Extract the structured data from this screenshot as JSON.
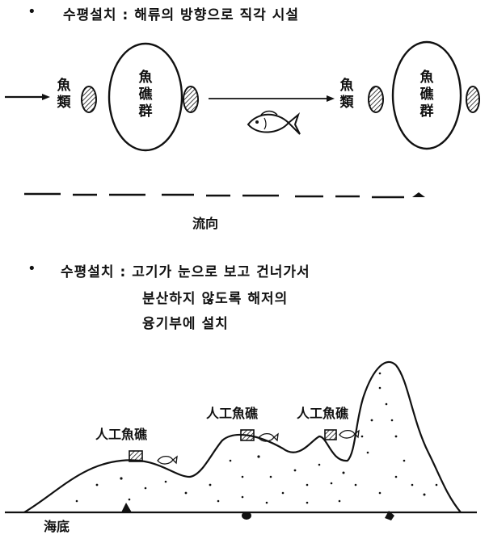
{
  "section1": {
    "bullet": "•",
    "title": "수평설치",
    "colon": ":",
    "desc": "해류의 방향으로 직각 시설"
  },
  "left_group": {
    "fish_label": "魚\n類",
    "reef_label": "魚\n礁\n群"
  },
  "right_group": {
    "fish_label": "魚\n類",
    "reef_label": "魚\n礁\n群"
  },
  "flow_label": "流向",
  "section2": {
    "bullet": "•",
    "title": "수평설치",
    "colon": ":",
    "line1": "고기가 눈으로 보고 건너가서",
    "line2": "분산하지 않도록 해저의",
    "line3": "융기부에 설치"
  },
  "reef_labels": [
    "人工魚礁",
    "人工魚礁",
    "人工魚礁"
  ],
  "seabed_label": "海底"
}
